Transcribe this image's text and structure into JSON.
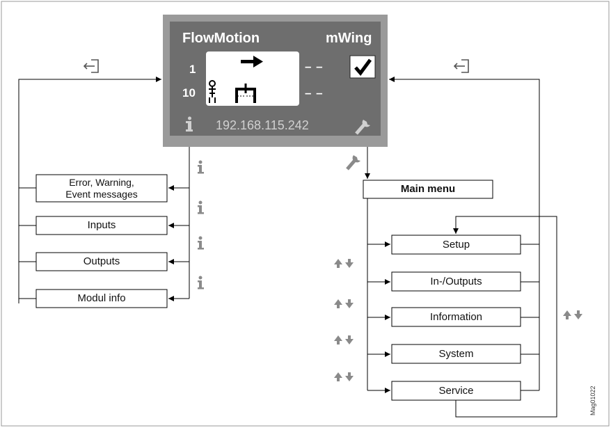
{
  "display": {
    "title_left": "FlowMotion",
    "title_right": "mWing",
    "row1_number": "1",
    "row2_number": "10",
    "row1_status": "– –",
    "row2_status": "– –",
    "ip_address": "192.168.115.242",
    "info_icon": "info-icon",
    "wrench_icon": "wrench-icon",
    "check_icon": "checkmark-icon"
  },
  "info_menu": {
    "items": [
      {
        "line1": "Error, Warning,",
        "line2": "Event messages"
      },
      {
        "label": "Inputs"
      },
      {
        "label": "Outputs"
      },
      {
        "label": "Modul info"
      }
    ]
  },
  "main_menu": {
    "title": "Main menu",
    "items": [
      {
        "label": "Setup"
      },
      {
        "label": "In-/Outputs"
      },
      {
        "label": "Information"
      },
      {
        "label": "System"
      },
      {
        "label": "Service"
      }
    ]
  },
  "figure_code": "Mag01022",
  "colors": {
    "display_bg": "#8c8c8c",
    "screen_bg": "#ffffff",
    "line": "#000000",
    "icon_gray": "#8a8a8a"
  }
}
